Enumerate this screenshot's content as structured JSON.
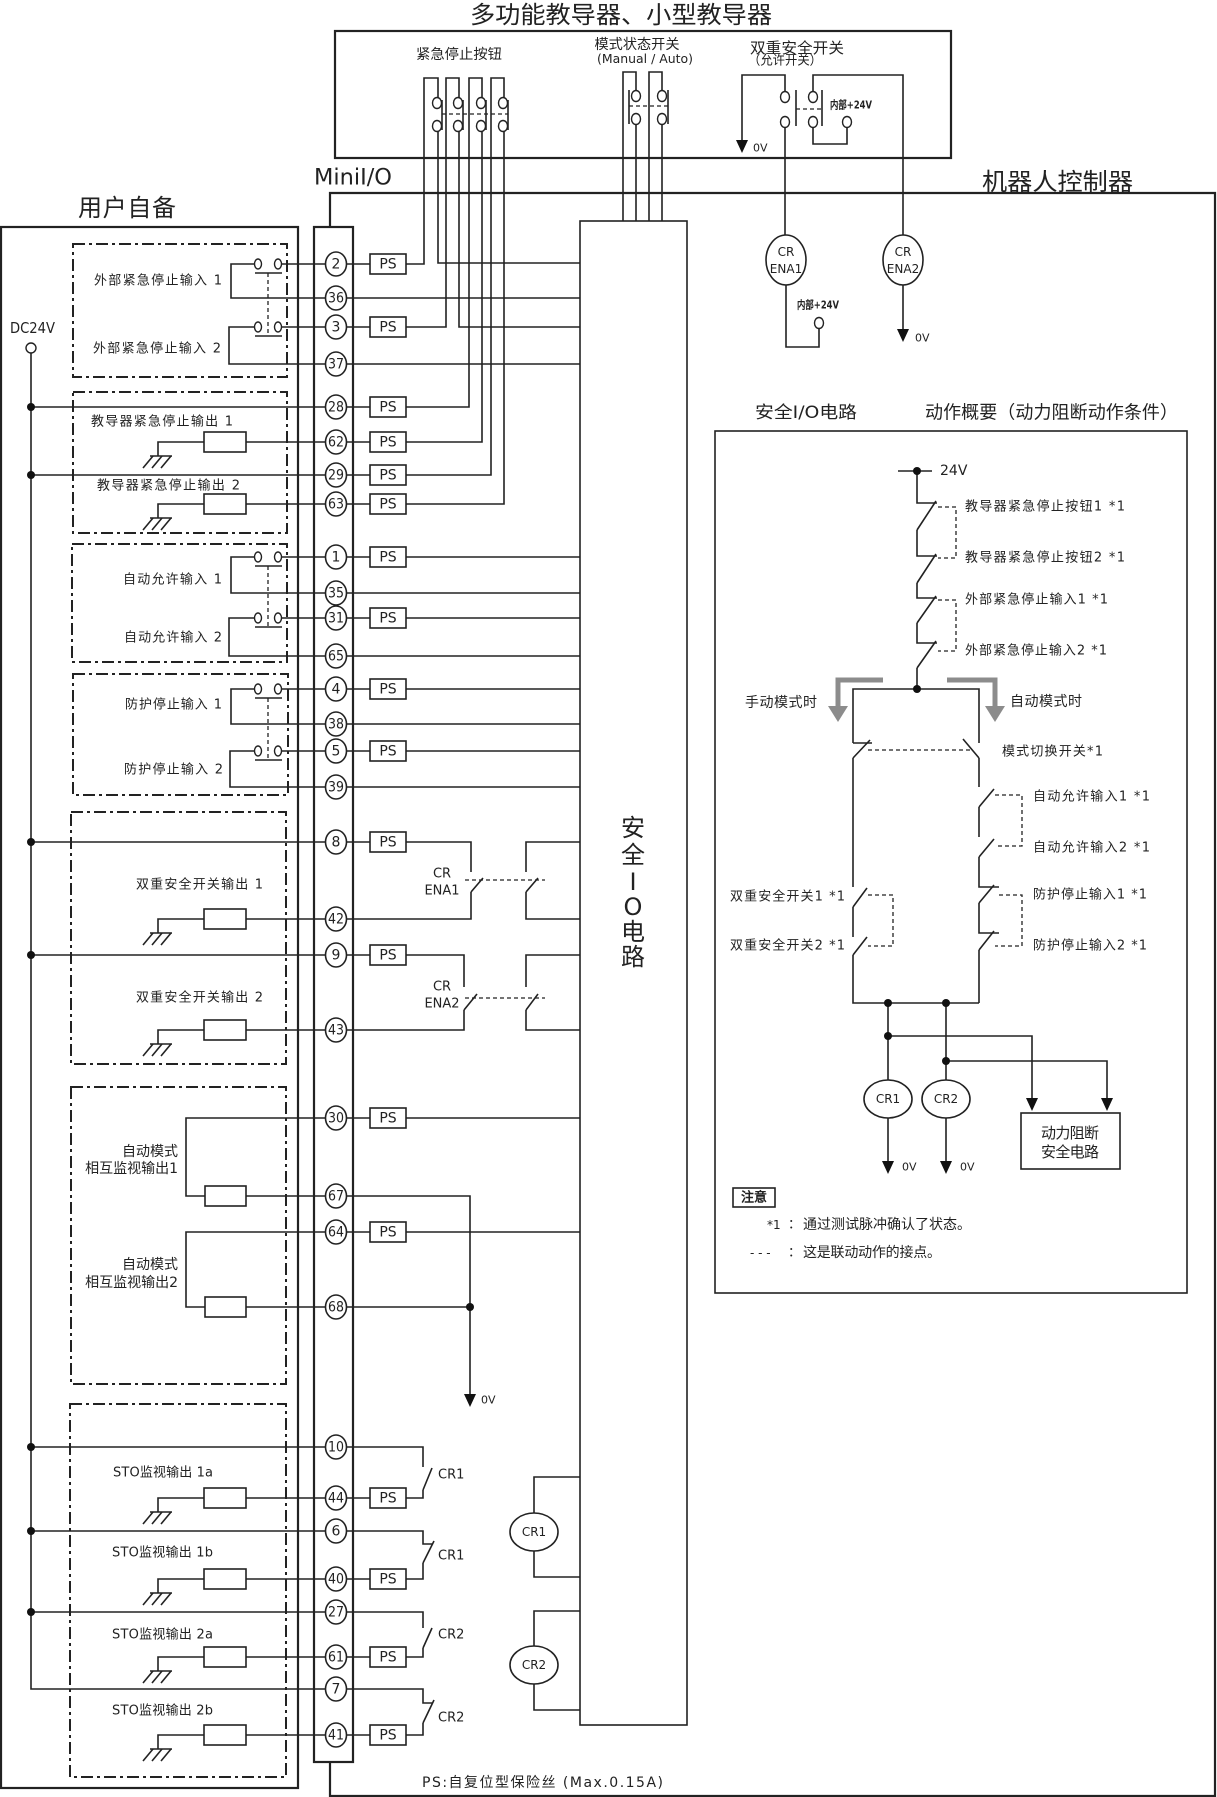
{
  "labels": {
    "teach_pendant_title": "多功能教导器、小型教导器",
    "user_supplied_title": "用户自备",
    "mini_io_title": "MiniI/O",
    "controller_title": "机器人控制器",
    "dc24v": "DC24V",
    "ps": "PS",
    "zero_v": "0V",
    "internal_24v": "内部+24V",
    "footnote": "PS:自复位型保险丝 (Max.0.15A)"
  },
  "teach_pendant": {
    "estop_button": "紧急停止按钮",
    "mode_switch": "模式状态开关",
    "mode_switch_modes": "(Manual / Auto)",
    "enable_switch": "双重安全开关",
    "enable_switch_alias": "（允许开关）"
  },
  "user_circuits": {
    "ext_estop_in_1": "外部紧急停止输入 1",
    "ext_estop_in_2": "外部紧急停止输入 2",
    "tp_estop_out_1": "教导器紧急停止输出 1",
    "tp_estop_out_2": "教导器紧急停止输出 2",
    "auto_enable_in_1": "自动允许输入 1",
    "auto_enable_in_2": "自动允许输入 2",
    "protective_stop_in_1": "防护停止输入 1",
    "protective_stop_in_2": "防护停止输入 2",
    "enable_switch_out_1": "双重安全开关输出 1",
    "enable_switch_out_2": "双重安全开关输出 2",
    "auto_mode": "自动模式",
    "mutual_monitor_out_1": "相互监视输出1",
    "mutual_monitor_out_2": "相互监视输出2",
    "sto_monitor_out_1a": "STO监视输出 1a",
    "sto_monitor_out_1b": "STO监视输出 1b",
    "sto_monitor_out_2a": "STO监视输出 2a",
    "sto_monitor_out_2b": "STO监视输出 2b"
  },
  "terminals": [
    "2",
    "36",
    "3",
    "37",
    "28",
    "62",
    "29",
    "63",
    "1",
    "35",
    "31",
    "65",
    "4",
    "38",
    "5",
    "39",
    "8",
    "42",
    "9",
    "43",
    "30",
    "67",
    "64",
    "68",
    "10",
    "44",
    "6",
    "40",
    "27",
    "61",
    "7",
    "41"
  ],
  "relays": {
    "cr": "CR",
    "ena1": "ENA1",
    "ena2": "ENA2",
    "cr1": "CR1",
    "cr2": "CR2"
  },
  "safety_io_box": {
    "label_chars": [
      "安",
      "全",
      "I",
      "O",
      "电",
      "路"
    ]
  },
  "overview": {
    "circuit_title": "安全I/O电路",
    "title": "动作概要（动力阻断动作条件）",
    "supply": "24V",
    "tp_estop_button_1": "教导器紧急停止按钮1 *1",
    "tp_estop_button_2": "教导器紧急停止按钮2 *1",
    "ext_estop_in_1": "外部紧急停止输入1 *1",
    "ext_estop_in_2": "外部紧急停止输入2 *1",
    "manual_mode": "手动模式时",
    "auto_mode": "自动模式时",
    "mode_select_switch": "模式切换开关*1",
    "enable_switch_1": "双重安全开关1 *1",
    "enable_switch_2": "双重安全开关2 *1",
    "auto_enable_in_1": "自动允许输入1 *1",
    "auto_enable_in_2": "自动允许输入2 *1",
    "protective_stop_in_1": "防护停止输入1 *1",
    "protective_stop_in_2": "防护停止输入2 *1",
    "power_cutoff_line_1": "动力阻断",
    "power_cutoff_line_2": "安全电路",
    "note_title": "注意",
    "notes": [
      {
        "symbol": "*1",
        "separator": "：",
        "text": "通过测试脉冲确认了状态。"
      },
      {
        "symbol": "- - -",
        "separator": "：",
        "text": "这是联动动作的接点。"
      }
    ]
  }
}
